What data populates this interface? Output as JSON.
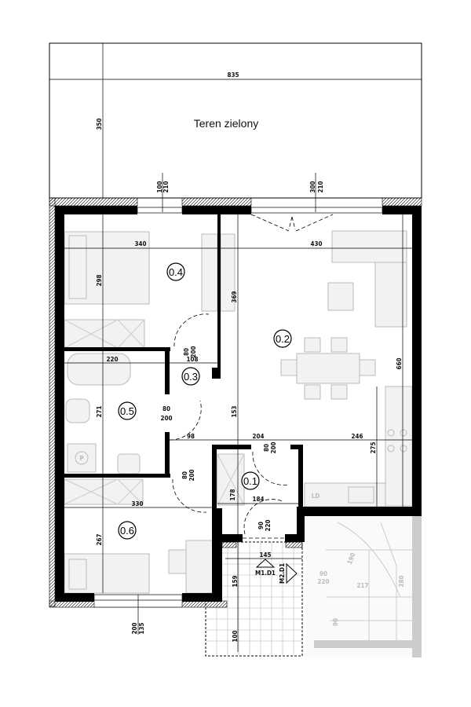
{
  "title": "Teren zielony",
  "rooms": [
    "0.4",
    "0.2",
    "0.3",
    "0.5",
    "0.1",
    "0.6"
  ],
  "dimensions": {
    "garden_width": "835",
    "garden_depth": "350",
    "window_left": [
      "100",
      "210"
    ],
    "window_right": [
      "300",
      "210"
    ],
    "r04_width": "340",
    "r02_width": "430",
    "r04_depth": "298",
    "r02_partial": "369",
    "r05_width": "220",
    "r03_width": "108",
    "r05_depth": "271",
    "r02_mid": "153",
    "hall_98": "98",
    "hall_204": "204",
    "hall_246": "246",
    "kitchen_275": "275",
    "r02_depth": "660",
    "r06_width": "330",
    "r01_depth": "178",
    "r01_width": "184",
    "r06_depth": "267",
    "entry_width": "145",
    "entry_159": "159",
    "entry_100": "100",
    "window_bottom": [
      "200",
      "135"
    ],
    "door_r04": [
      "80",
      "200"
    ],
    "door_r05": [
      "80",
      "200"
    ],
    "door_r06": [
      "80",
      "200"
    ],
    "door_r01": [
      "80",
      "200"
    ],
    "door_entry": [
      "90",
      "220"
    ],
    "door_stairs": [
      "90",
      "220"
    ],
    "stairs_217": "217",
    "stairs_190": "190",
    "stairs_280": "280",
    "stairs_90": "90"
  },
  "markers": [
    "M1.D1",
    "M2.D1"
  ],
  "appliances": [
    "P",
    "LD"
  ]
}
